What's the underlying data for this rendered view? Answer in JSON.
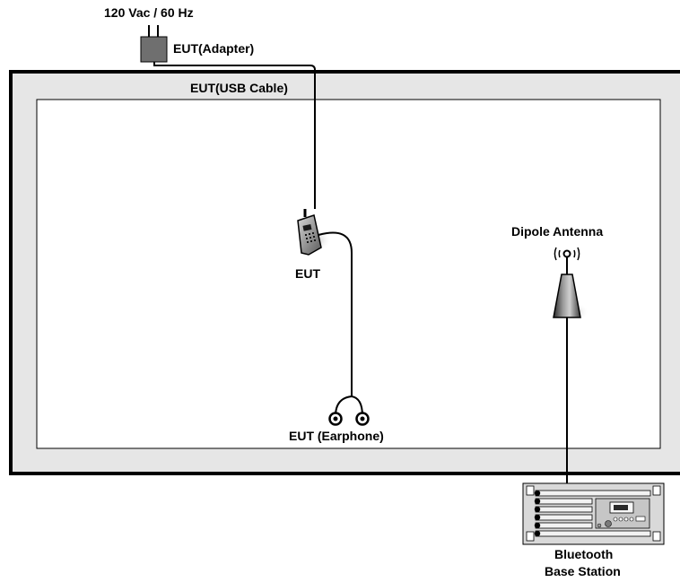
{
  "labels": {
    "power": "120 Vac / 60 Hz",
    "adapter": "EUT(Adapter)",
    "usb_cable": "EUT(USB Cable)",
    "eut": "EUT",
    "earphone": "EUT (Earphone)",
    "antenna": "Dipole Antenna",
    "base_station_line1": "Bluetooth",
    "base_station_line2": "Base Station"
  },
  "colors": {
    "table_fill": "#e6e6e6",
    "table_border": "#000000",
    "inner_fill": "#ffffff",
    "device_gray": "#6f6f6f"
  }
}
